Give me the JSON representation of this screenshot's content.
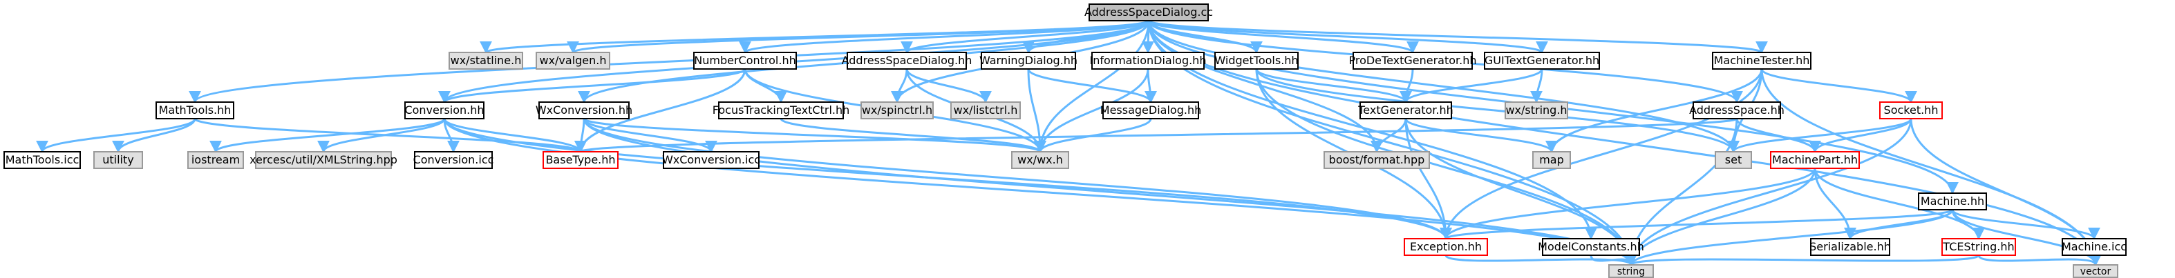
{
  "colors": {
    "edge": "#63b8ff",
    "border": "#000000",
    "external_fill": "#e0e0e0",
    "external_border": "#999999",
    "highlight_border": "#ff0000",
    "root_fill": "#bfbfbf"
  },
  "nodes": [
    {
      "id": "root",
      "label": "AddressSpaceDialog.cc",
      "style": "root"
    },
    {
      "id": "statline",
      "label": "wx/statline.h",
      "style": "external"
    },
    {
      "id": "valgen",
      "label": "wx/valgen.h",
      "style": "external"
    },
    {
      "id": "numctrl",
      "label": "NumberControl.hh",
      "style": "normal"
    },
    {
      "id": "asdlg_hh",
      "label": "AddressSpaceDialog.hh",
      "style": "normal"
    },
    {
      "id": "warn",
      "label": "WarningDialog.hh",
      "style": "normal"
    },
    {
      "id": "info",
      "label": "InformationDialog.hh",
      "style": "normal"
    },
    {
      "id": "widget",
      "label": "WidgetTools.hh",
      "style": "normal"
    },
    {
      "id": "prode",
      "label": "ProDeTextGenerator.hh",
      "style": "normal"
    },
    {
      "id": "guitg",
      "label": "GUITextGenerator.hh",
      "style": "normal"
    },
    {
      "id": "mtester",
      "label": "MachineTester.hh",
      "style": "normal"
    },
    {
      "id": "mathtools",
      "label": "MathTools.hh",
      "style": "normal"
    },
    {
      "id": "conv",
      "label": "Conversion.hh",
      "style": "normal"
    },
    {
      "id": "wxconv",
      "label": "WxConversion.hh",
      "style": "normal"
    },
    {
      "id": "focus",
      "label": "FocusTrackingTextCtrl.hh",
      "style": "normal"
    },
    {
      "id": "spinctrl",
      "label": "wx/spinctrl.h",
      "style": "external"
    },
    {
      "id": "listctrl",
      "label": "wx/listctrl.h",
      "style": "external"
    },
    {
      "id": "msgdlg",
      "label": "MessageDialog.hh",
      "style": "normal"
    },
    {
      "id": "textgen",
      "label": "TextGenerator.hh",
      "style": "normal"
    },
    {
      "id": "wxstring",
      "label": "wx/string.h",
      "style": "external"
    },
    {
      "id": "addrspace",
      "label": "AddressSpace.hh",
      "style": "normal"
    },
    {
      "id": "socket",
      "label": "Socket.hh",
      "style": "highlight"
    },
    {
      "id": "machine",
      "label": "Machine.hh",
      "style": "normal"
    },
    {
      "id": "mathicc",
      "label": "MathTools.icc",
      "style": "normal"
    },
    {
      "id": "utility",
      "label": "utility",
      "style": "external"
    },
    {
      "id": "iostream",
      "label": "iostream",
      "style": "external"
    },
    {
      "id": "xerces",
      "label": "xercesc/util/XMLString.hpp",
      "style": "external"
    },
    {
      "id": "convicc",
      "label": "Conversion.icc",
      "style": "normal"
    },
    {
      "id": "basetype",
      "label": "BaseType.hh",
      "style": "highlight"
    },
    {
      "id": "wxconvicc",
      "label": "WxConversion.icc",
      "style": "normal"
    },
    {
      "id": "wxwx",
      "label": "wx/wx.h",
      "style": "external"
    },
    {
      "id": "boostfmt",
      "label": "boost/format.hpp",
      "style": "external"
    },
    {
      "id": "map",
      "label": "map",
      "style": "external"
    },
    {
      "id": "set",
      "label": "set",
      "style": "external"
    },
    {
      "id": "mpart",
      "label": "MachinePart.hh",
      "style": "highlight"
    },
    {
      "id": "exception",
      "label": "Exception.hh",
      "style": "highlight"
    },
    {
      "id": "modelconst",
      "label": "ModelConstants.hh",
      "style": "normal"
    },
    {
      "id": "serial",
      "label": "Serializable.hh",
      "style": "normal"
    },
    {
      "id": "tcestring",
      "label": "TCEString.hh",
      "style": "highlight"
    },
    {
      "id": "machicc",
      "label": "Machine.icc",
      "style": "normal"
    },
    {
      "id": "string",
      "label": "string",
      "style": "external"
    },
    {
      "id": "vector",
      "label": "vector",
      "style": "external"
    }
  ],
  "edges": [
    [
      "root",
      "statline"
    ],
    [
      "root",
      "valgen"
    ],
    [
      "root",
      "numctrl"
    ],
    [
      "root",
      "asdlg_hh"
    ],
    [
      "root",
      "warn"
    ],
    [
      "root",
      "info"
    ],
    [
      "root",
      "widget"
    ],
    [
      "root",
      "prode"
    ],
    [
      "root",
      "guitg"
    ],
    [
      "root",
      "mtester"
    ],
    [
      "root",
      "mathtools"
    ],
    [
      "root",
      "conv"
    ],
    [
      "root",
      "wxconv"
    ],
    [
      "root",
      "spinctrl"
    ],
    [
      "root",
      "wxwx"
    ],
    [
      "root",
      "boostfmt"
    ],
    [
      "root",
      "addrspace"
    ],
    [
      "root",
      "modelconst"
    ],
    [
      "root",
      "machine"
    ],
    [
      "root",
      "string"
    ],
    [
      "root",
      "vector"
    ],
    [
      "root",
      "set"
    ],
    [
      "mathtools",
      "mathicc"
    ],
    [
      "mathtools",
      "utility"
    ],
    [
      "mathtools",
      "basetype"
    ],
    [
      "numctrl",
      "conv"
    ],
    [
      "numctrl",
      "focus"
    ],
    [
      "numctrl",
      "wxwx"
    ],
    [
      "numctrl",
      "basetype"
    ],
    [
      "asdlg_hh",
      "spinctrl"
    ],
    [
      "asdlg_hh",
      "listctrl"
    ],
    [
      "asdlg_hh",
      "wxwx"
    ],
    [
      "warn",
      "msgdlg"
    ],
    [
      "warn",
      "wxwx"
    ],
    [
      "info",
      "msgdlg"
    ],
    [
      "info",
      "wxwx"
    ],
    [
      "widget",
      "set"
    ],
    [
      "widget",
      "string"
    ],
    [
      "widget",
      "exception"
    ],
    [
      "widget",
      "textgen"
    ],
    [
      "prode",
      "textgen"
    ],
    [
      "guitg",
      "textgen"
    ],
    [
      "guitg",
      "wxstring"
    ],
    [
      "mtester",
      "socket"
    ],
    [
      "mtester",
      "set"
    ],
    [
      "mtester",
      "exception"
    ],
    [
      "mtester",
      "map"
    ],
    [
      "mtester",
      "vector"
    ],
    [
      "conv",
      "iostream"
    ],
    [
      "conv",
      "xerces"
    ],
    [
      "conv",
      "convicc"
    ],
    [
      "conv",
      "basetype"
    ],
    [
      "conv",
      "exception"
    ],
    [
      "conv",
      "string"
    ],
    [
      "wxconv",
      "wxwx"
    ],
    [
      "wxconv",
      "basetype"
    ],
    [
      "wxconv",
      "wxconvicc"
    ],
    [
      "wxconv",
      "string"
    ],
    [
      "wxconv",
      "exception"
    ],
    [
      "focus",
      "wxwx"
    ],
    [
      "msgdlg",
      "wxwx"
    ],
    [
      "textgen",
      "boostfmt"
    ],
    [
      "textgen",
      "map"
    ],
    [
      "textgen",
      "string"
    ],
    [
      "textgen",
      "exception"
    ],
    [
      "addrspace",
      "set"
    ],
    [
      "addrspace",
      "string"
    ],
    [
      "addrspace",
      "basetype"
    ],
    [
      "addrspace",
      "mpart"
    ],
    [
      "socket",
      "set"
    ],
    [
      "socket",
      "mpart"
    ],
    [
      "socket",
      "string"
    ],
    [
      "socket",
      "vector"
    ],
    [
      "mpart",
      "exception"
    ],
    [
      "mpart",
      "serial"
    ],
    [
      "mpart",
      "tcestring"
    ],
    [
      "mpart",
      "string"
    ],
    [
      "machine",
      "exception"
    ],
    [
      "machine",
      "serial"
    ],
    [
      "machine",
      "tcestring"
    ],
    [
      "machine",
      "machicc"
    ],
    [
      "machine",
      "string"
    ],
    [
      "machine",
      "vector"
    ],
    [
      "exception",
      "string"
    ],
    [
      "modelconst",
      "string"
    ],
    [
      "tcestring",
      "string"
    ],
    [
      "tcestring",
      "vector"
    ]
  ]
}
